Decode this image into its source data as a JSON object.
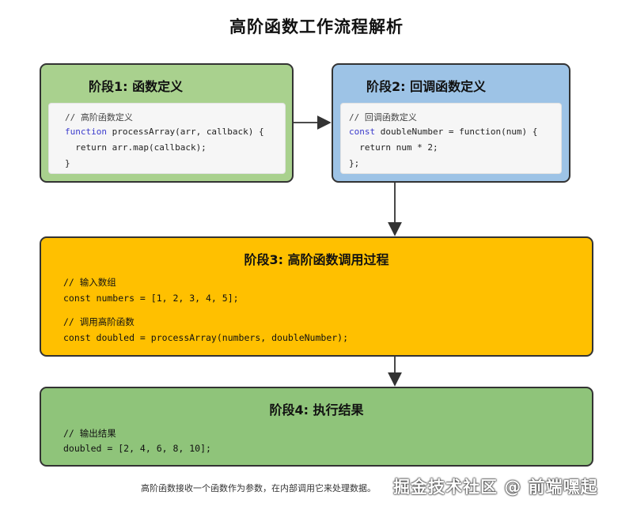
{
  "title": "高阶函数工作流程解析",
  "stage1": {
    "title": "阶段1: 函数定义",
    "code": [
      {
        "parts": [
          {
            "t": "// 高阶函数定义",
            "c": "cm"
          }
        ]
      },
      {
        "parts": [
          {
            "t": "function",
            "c": "kw"
          },
          {
            "t": " processArray(arr, callback) {",
            "c": ""
          }
        ]
      },
      {
        "parts": [
          {
            "t": "  return arr.map(callback);",
            "c": ""
          }
        ]
      },
      {
        "parts": [
          {
            "t": "}",
            "c": ""
          }
        ]
      }
    ]
  },
  "stage2": {
    "title": "阶段2: 回调函数定义",
    "code": [
      {
        "parts": [
          {
            "t": "// 回调函数定义",
            "c": "cm"
          }
        ]
      },
      {
        "parts": [
          {
            "t": "const",
            "c": "kw"
          },
          {
            "t": " doubleNumber = function(num) {",
            "c": ""
          }
        ]
      },
      {
        "parts": [
          {
            "t": "  return num * 2;",
            "c": ""
          }
        ]
      },
      {
        "parts": [
          {
            "t": "};",
            "c": ""
          }
        ]
      }
    ]
  },
  "stage3": {
    "title": "阶段3: 高阶函数调用过程",
    "comment1": "// 输入数组",
    "line1": "const numbers = [1, 2, 3, 4, 5];",
    "comment2": "// 调用高阶函数",
    "line2": "const doubled = processArray(numbers, doubleNumber);"
  },
  "stage4": {
    "title": "阶段4: 执行结果",
    "comment": "// 输出结果",
    "line": "doubled = [2, 4, 6, 8, 10];"
  },
  "footnote": "高阶函数接收一个函数作为参数，在内部调用它来处理数据。",
  "watermark": "掘金技术社区 @ 前端嘿起",
  "colors": {
    "stage1_bg": "#a9d18e",
    "stage2_bg": "#9dc3e6",
    "stage3_bg": "#ffc000",
    "stage4_bg": "#8fc47a",
    "keyword": "#3a3acc"
  }
}
